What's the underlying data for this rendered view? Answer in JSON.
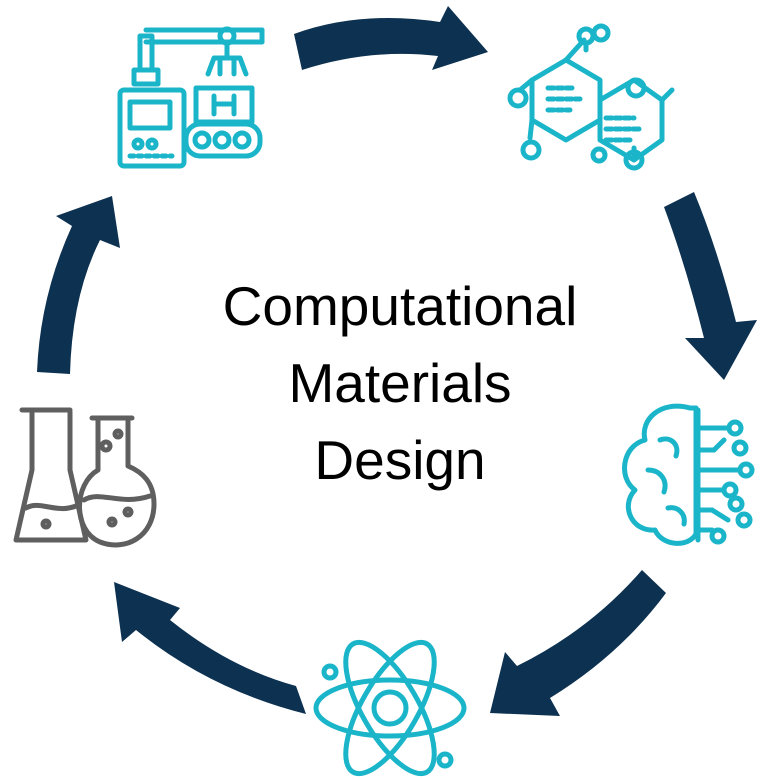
{
  "title": {
    "line1": "Computational",
    "line2": "Materials",
    "line3": "Design"
  },
  "cycle": {
    "stages": [
      {
        "icon": "robot-factory-icon"
      },
      {
        "icon": "molecule-network-icon"
      },
      {
        "icon": "ai-brain-circuit-icon"
      },
      {
        "icon": "atom-icon"
      },
      {
        "icon": "lab-flasks-icon"
      }
    ]
  },
  "colors": {
    "arrow": "#0D3150",
    "icon_teal": "#1BB5C9",
    "icon_gray": "#5F5F5F",
    "title": "#000000"
  }
}
